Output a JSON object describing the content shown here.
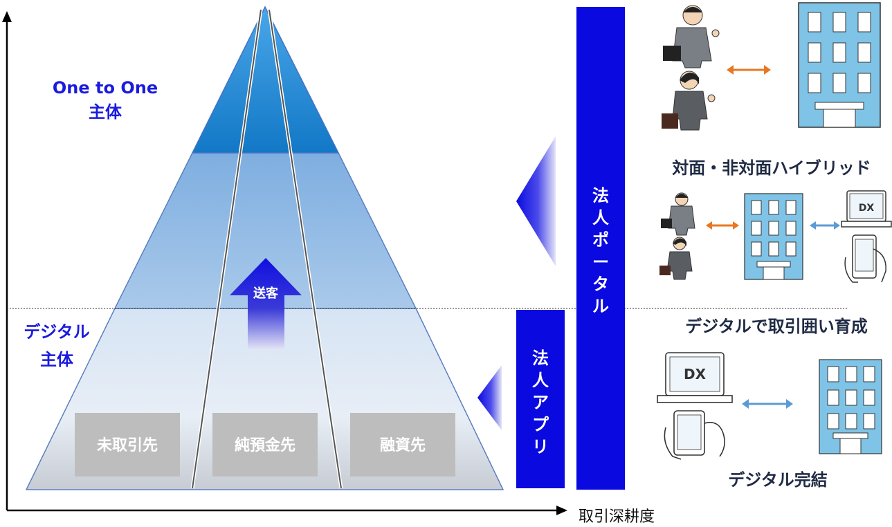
{
  "axes": {
    "x_label": "取引深耕度"
  },
  "pyramid": {
    "top_label_line1": "One to One",
    "top_label_line2": "主体",
    "bottom_label_line1": "デジタル",
    "bottom_label_line2": "主体",
    "arrow_label": "送客",
    "segments": [
      "未取引先",
      "純預金先",
      "融資先"
    ]
  },
  "channels": {
    "portal_label": [
      "法",
      "人",
      "ポ",
      "ー",
      "タ",
      "ル"
    ],
    "app_label": [
      "法",
      "人",
      "ア",
      "プ",
      "リ"
    ]
  },
  "right_panel": {
    "hybrid_caption": "対面・非対面ハイブリッド",
    "digital_growth_caption": "デジタルで取引囲い育成",
    "digital_complete_caption": "デジタル完結",
    "dx_label_1": "DX",
    "dx_label_2": "DX"
  },
  "colors": {
    "primary_blue": "#0a0ae0",
    "top_band": "#1a82cc",
    "mid_band": "#8fb8e0",
    "segment_box": "#bdbdbd",
    "orange_arrow": "#e87722",
    "light_blue_arrow": "#5b9bd5",
    "building_fill": "#7fc3e6"
  }
}
